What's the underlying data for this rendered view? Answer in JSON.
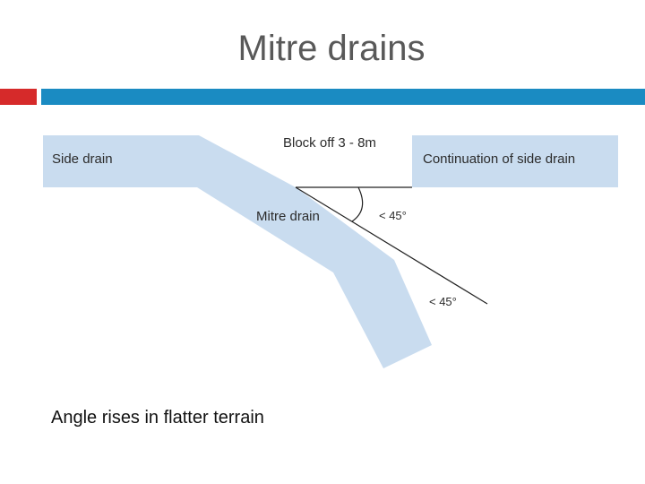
{
  "slide": {
    "title": "Mitre drains",
    "caption": "Angle rises in flatter terrain"
  },
  "diagram": {
    "labels": {
      "side_drain": "Side drain",
      "block_off": "Block off 3 - 8m",
      "continuation": "Continuation of side drain",
      "mitre_drain": "Mitre drain",
      "angle_upper": "< 45°",
      "angle_lower": "< 45°"
    }
  },
  "colors": {
    "accent_red": "#d62a2a",
    "accent_blue": "#1a8bc2",
    "drain_fill": "#c9dcef",
    "title_text": "#595959"
  }
}
